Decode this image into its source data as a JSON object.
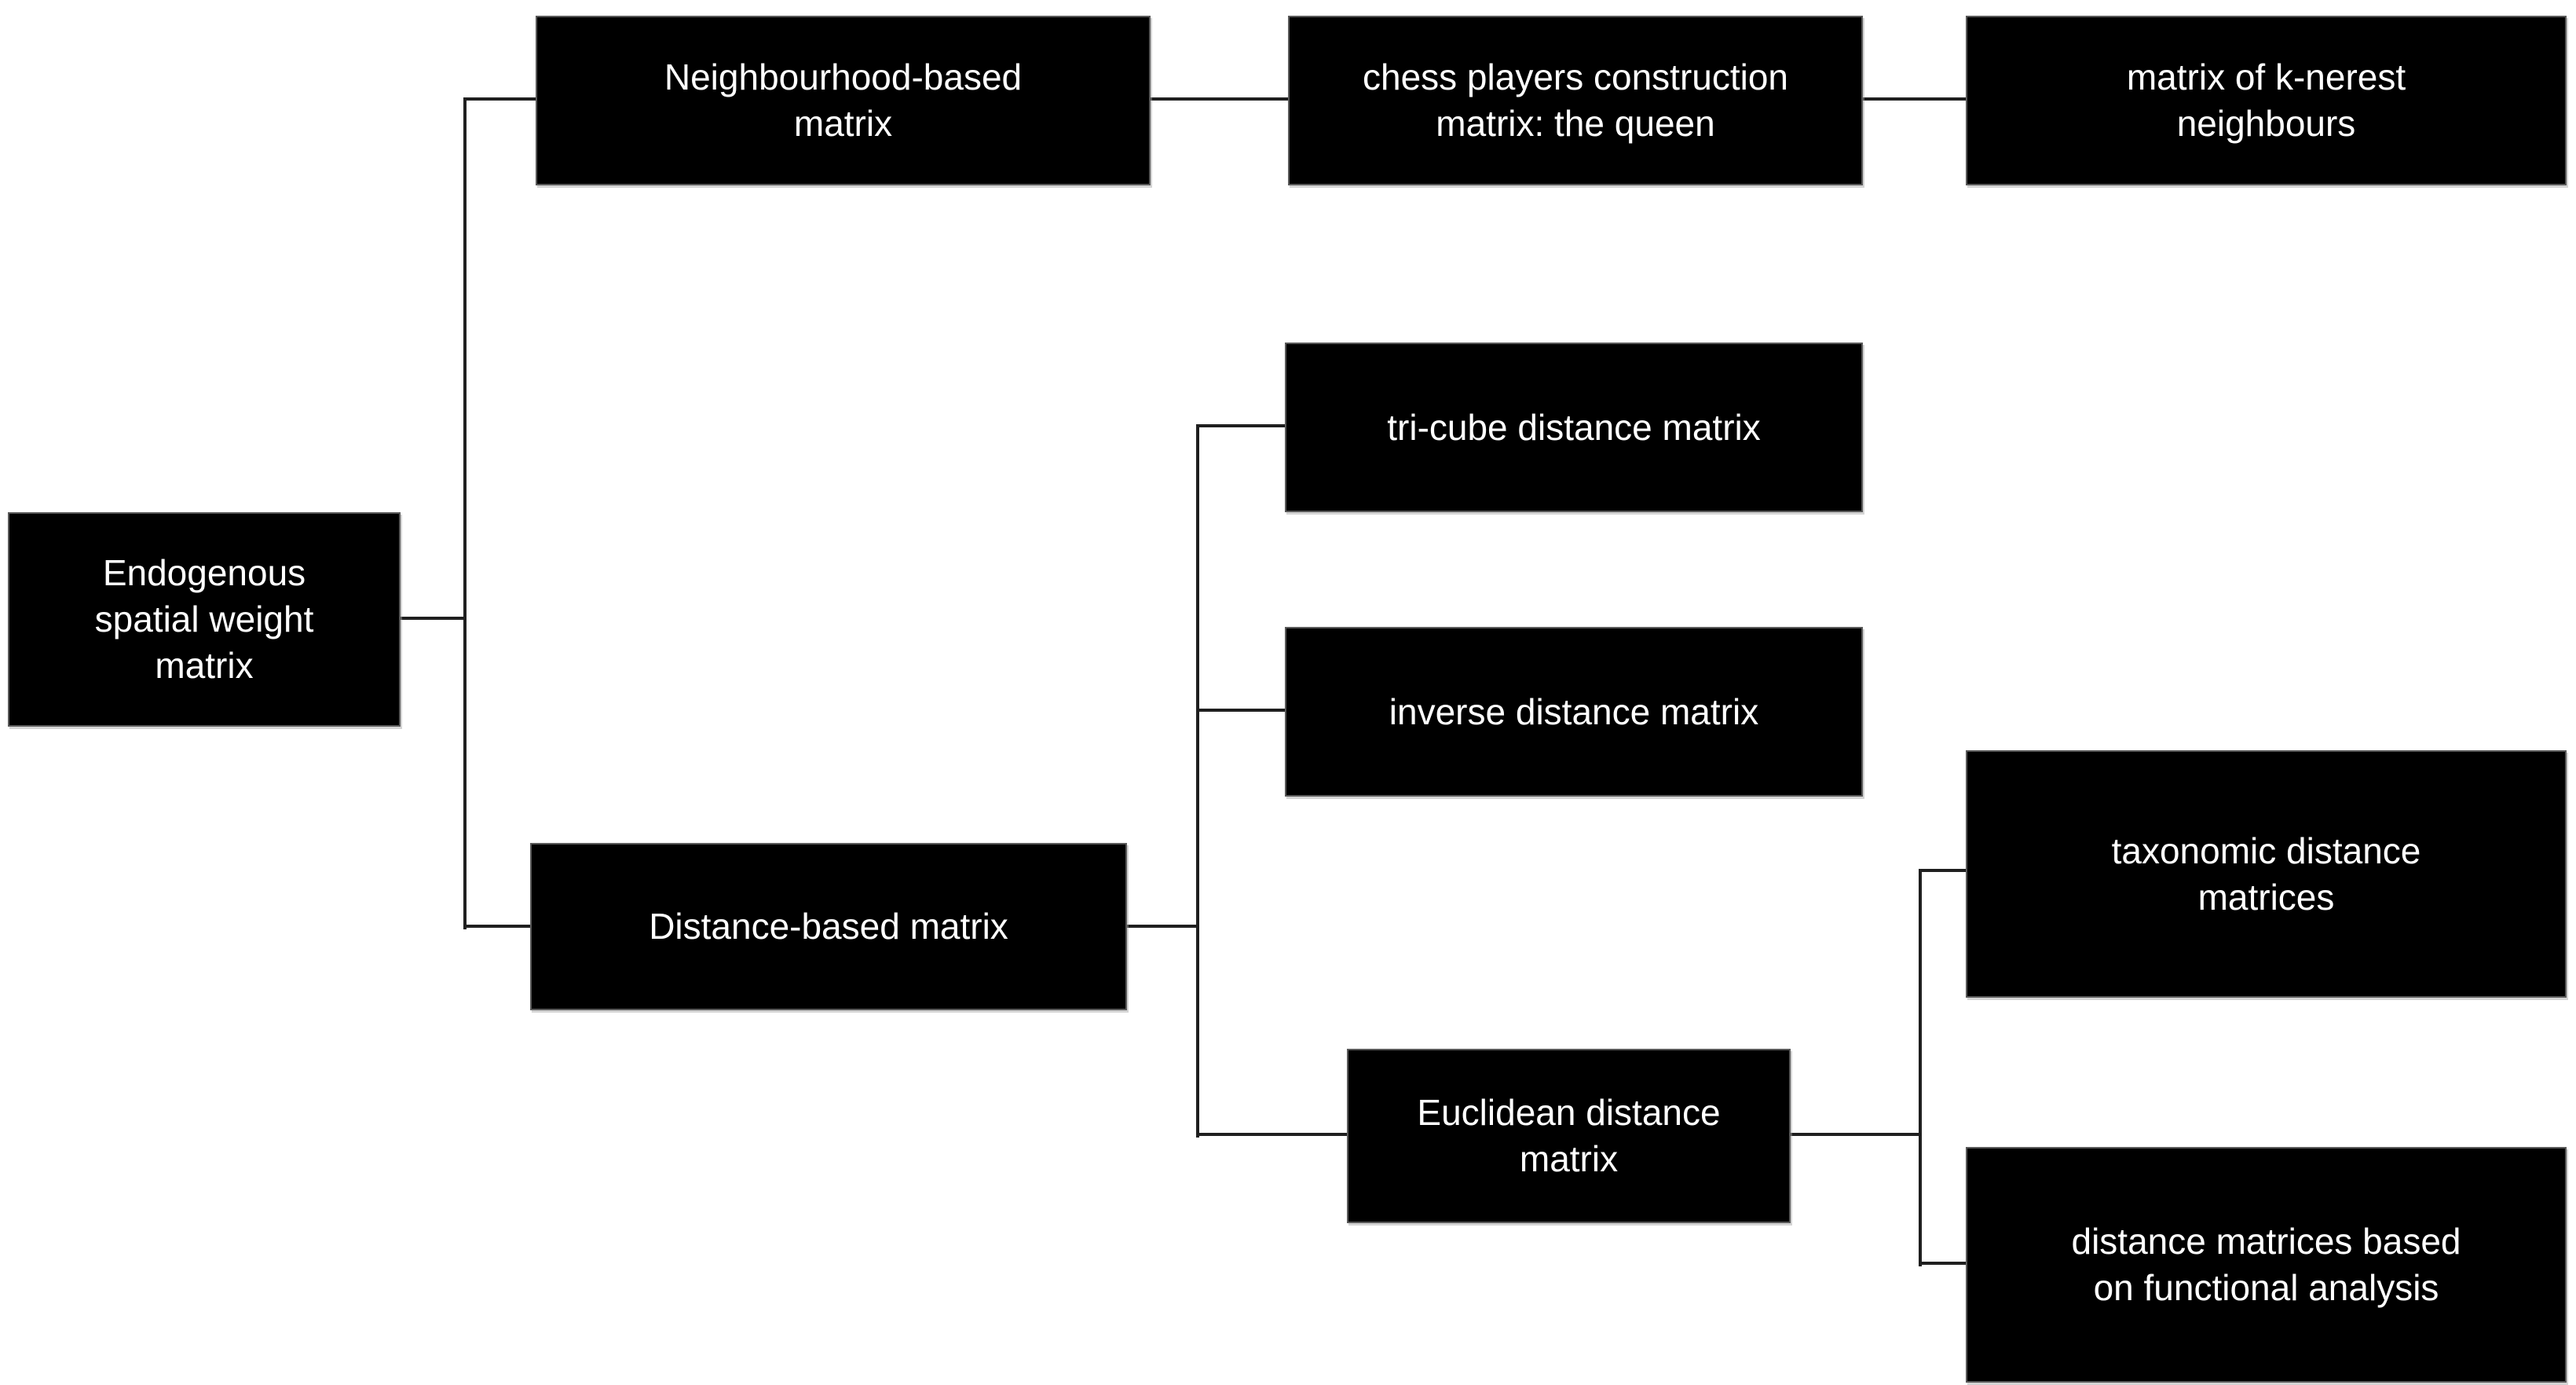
{
  "diagram": {
    "colors": {
      "node_fill": "#000000",
      "node_text": "#ffffff",
      "connector": "#1f1f1f",
      "background": "#ffffff"
    },
    "nodes": {
      "root": {
        "label": "Endogenous\nspatial weight\nmatrix"
      },
      "neighbourhood": {
        "label": "Neighbourhood-based\nmatrix"
      },
      "chess_queen": {
        "label": "chess players construction\nmatrix: the queen"
      },
      "k_nearest": {
        "label": "matrix of k-nerest\nneighbours"
      },
      "distance": {
        "label": "Distance-based matrix"
      },
      "tri_cube": {
        "label": "tri-cube distance matrix"
      },
      "inverse": {
        "label": "inverse distance matrix"
      },
      "euclidean": {
        "label": "Euclidean distance\nmatrix"
      },
      "taxonomic": {
        "label": "taxonomic distance\nmatrices"
      },
      "functional": {
        "label": "distance matrices based\non functional analysis"
      }
    },
    "edges": [
      {
        "from": "Endogenous spatial weight matrix",
        "to": "Neighbourhood-based matrix"
      },
      {
        "from": "Endogenous spatial weight matrix",
        "to": "Distance-based matrix"
      },
      {
        "from": "Neighbourhood-based matrix",
        "to": "chess players construction matrix: the queen"
      },
      {
        "from": "chess players construction matrix: the queen",
        "to": "matrix of k-nerest neighbours"
      },
      {
        "from": "Distance-based matrix",
        "to": "tri-cube distance matrix"
      },
      {
        "from": "Distance-based matrix",
        "to": "inverse distance matrix"
      },
      {
        "from": "Distance-based matrix",
        "to": "Euclidean distance matrix"
      },
      {
        "from": "Euclidean distance matrix",
        "to": "taxonomic distance matrices"
      },
      {
        "from": "Euclidean distance matrix",
        "to": "distance matrices based on functional analysis"
      }
    ]
  }
}
